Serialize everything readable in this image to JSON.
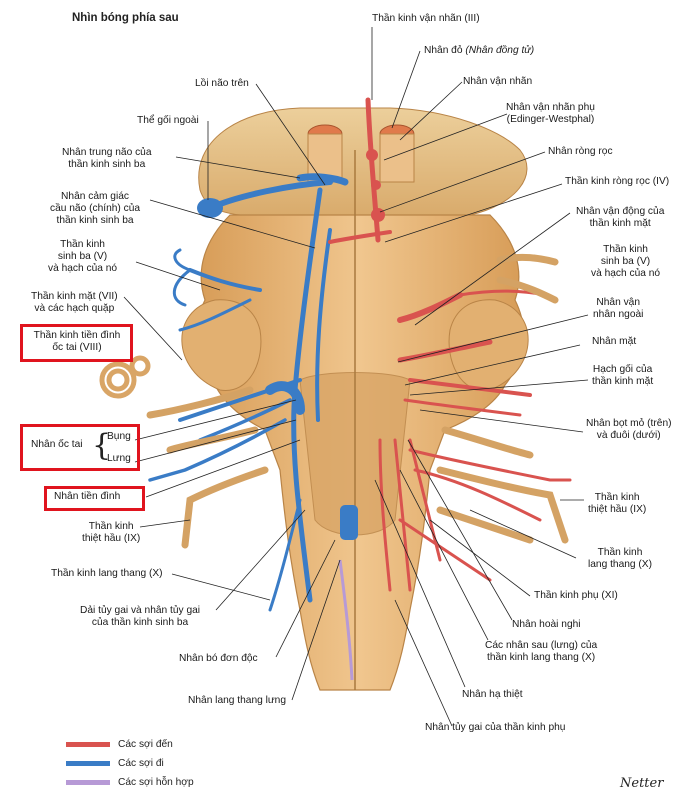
{
  "title": "Nhìn bóng phía sau",
  "labels": {
    "cn3": "Thần kinh vận nhãn (III)",
    "red_nucleus": "Nhân đỏ",
    "red_nucleus_paren": "(Nhân đồng tử)",
    "oculomotor_nucleus": "Nhân vận nhãn",
    "accessory_oculomotor_1": "Nhân vận nhãn phụ",
    "accessory_oculomotor_2": "(Edinger-Westphal)",
    "superior_colliculus": "Lồi não trên",
    "lateral_geniculate": "Thể gối ngoài",
    "trochlear_nucleus": "Nhân ròng rọc",
    "trochlear_nerve": "Thần kinh ròng rọc (IV)",
    "mesencephalic_1": "Nhân trung não của",
    "mesencephalic_2": "thần kinh sinh ba",
    "principal_sensory_1": "Nhân cảm giác",
    "principal_sensory_2": "cầu não (chính) của",
    "principal_sensory_3": "thần kinh sinh ba",
    "facial_motor_1": "Nhân vận động của",
    "facial_motor_2": "thần kinh mặt",
    "trigeminal_left_1": "Thần kinh",
    "trigeminal_left_2": "sinh ba (V)",
    "trigeminal_left_3": "và hạch của nó",
    "trigeminal_right_1": "Thần kinh",
    "trigeminal_right_2": "sinh ba (V)",
    "trigeminal_right_3": "và hạch của nó",
    "facial_nerve_1": "Thần kinh mặt (VII)",
    "facial_nerve_2": "và các hạch quặp",
    "abducens_1": "Nhân vận",
    "abducens_2": "nhân ngoài",
    "vestibulocochlear_1": "Thần kinh tiền đình",
    "vestibulocochlear_2": "ốc tai (VIII)",
    "facial_nucleus": "Nhân mặt",
    "geniculate_1": "Hạch gối của",
    "geniculate_2": "thần kinh mặt",
    "cochlear_nuclei": "Nhân ốc tai",
    "ventral": "Bụng",
    "dorsal": "Lưng",
    "salivatory_1": "Nhân bọt mỏ (trên)",
    "salivatory_2": "và đuôi (dưới)",
    "vestibular_nuclei": "Nhân tiền đình",
    "glossopharyngeal_left_1": "Thần kinh",
    "glossopharyngeal_left_2": "thiệt hầu (IX)",
    "glossopharyngeal_right_1": "Thần kinh",
    "glossopharyngeal_right_2": "thiệt hầu (IX)",
    "vagus_left": "Thần kinh lang thang (X)",
    "vagus_right_1": "Thần kinh",
    "vagus_right_2": "lang thang (X)",
    "accessory_nerve": "Thần kinh phụ (XI)",
    "spinal_trigeminal_1": "Dải tủy gai và nhân tủy gai",
    "spinal_trigeminal_2": "của thần kinh sinh ba",
    "nucleus_ambiguus": "Nhân hoài nghi",
    "solitary_nucleus": "Nhân bó đơn độc",
    "dorsal_vagal_1": "Các nhân sau (lưng) của",
    "dorsal_vagal_2": "thần kinh lang thang (X)",
    "hypoglossal_nucleus": "Nhân hạ thiệt",
    "dorsal_vagal_motor": "Nhân lang thang lưng",
    "spinal_accessory_nucleus": "Nhân tủy gai của thần kinh phụ"
  },
  "legend": [
    {
      "label": "Các sợi đến",
      "color": "#d9534f"
    },
    {
      "label": "Các sợi đi",
      "color": "#3a7cc6"
    },
    {
      "label": "Các sợi hỗn hợp",
      "color": "#b79ad6"
    }
  ],
  "colors": {
    "brainstem": "#e8b87a",
    "brainstem_shadow": "#c98f4d",
    "afferent": "#d9534f",
    "efferent": "#3a7cc6",
    "highlight": "#e0141e"
  },
  "signature": "Netter"
}
